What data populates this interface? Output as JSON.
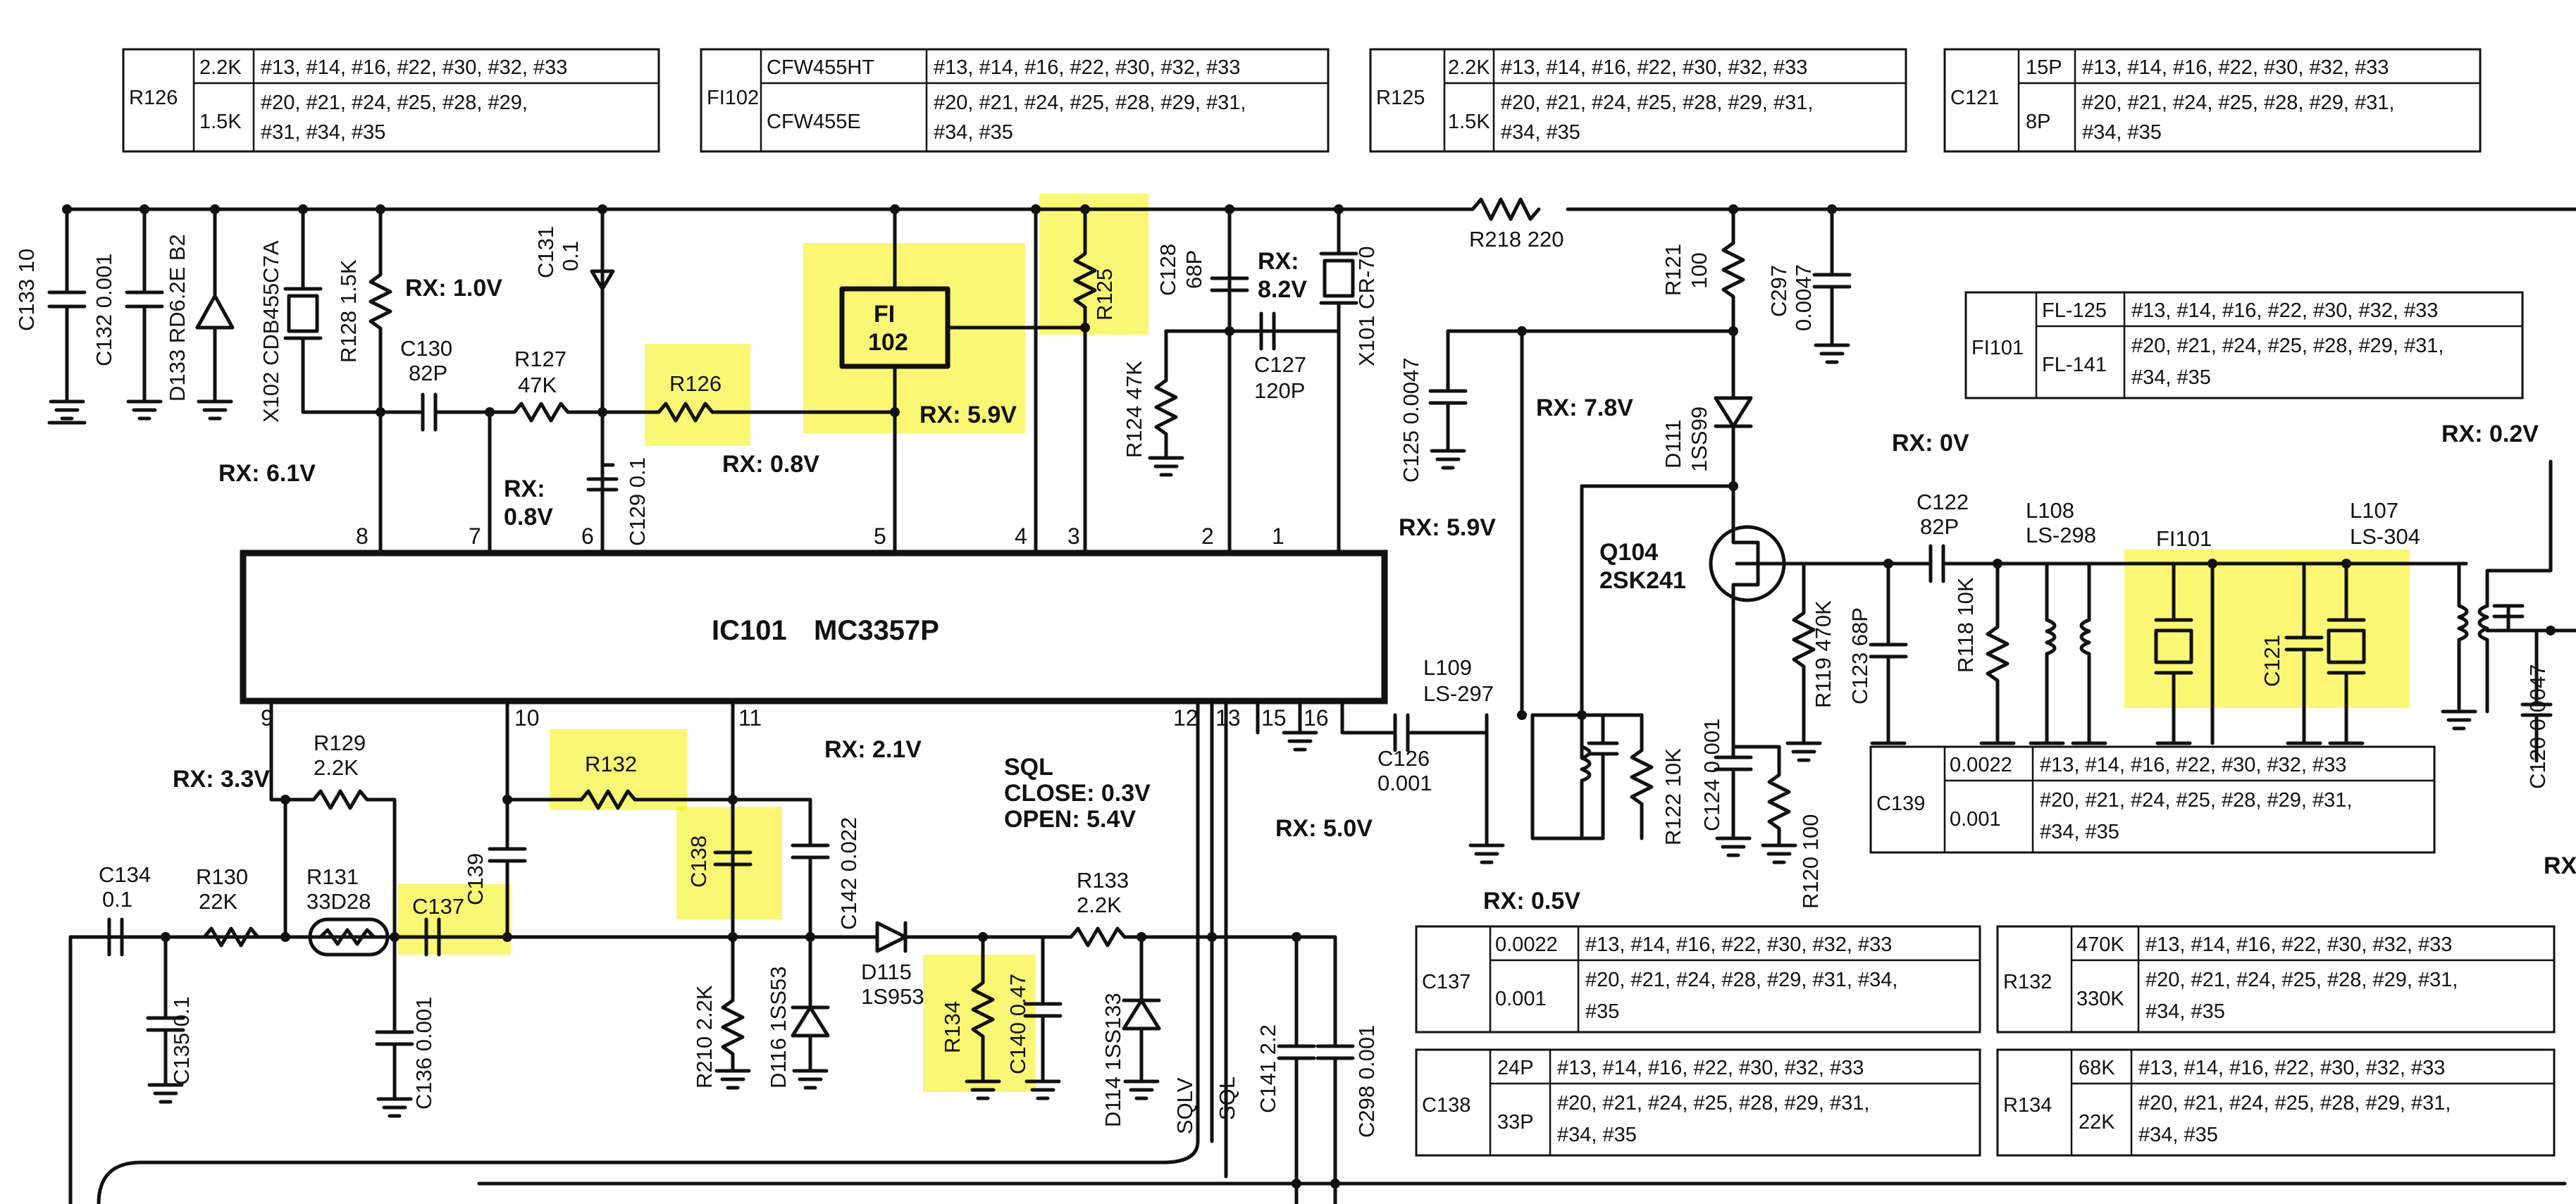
{
  "ic": {
    "ref": "IC101",
    "part": "MC3357P"
  },
  "pins": {
    "p1": "1",
    "p2": "2",
    "p3": "3",
    "p4": "4",
    "p5": "5",
    "p6": "6",
    "p7": "7",
    "p8": "8",
    "p9": "9",
    "p10": "10",
    "p11": "11",
    "p12": "12",
    "p13": "13",
    "p15": "15",
    "p16": "16"
  },
  "voltages": {
    "v61": "RX: 6.1V",
    "v10": "RX: 1.0V",
    "v08a": "RX:",
    "v08b": "0.8V",
    "v08c": "RX: 0.8V",
    "v59a": "RX: 5.9V",
    "v82a": "RX:",
    "v82b": "8.2V",
    "v78": "RX: 7.8V",
    "v59b": "RX: 5.9V",
    "v0": "RX: 0V",
    "v02": "RX: 0.2V",
    "v33": "RX: 3.3V",
    "v21": "RX: 2.1V",
    "sql1": "SQL",
    "sql2": "CLOSE: 0.3V",
    "sql3": "OPEN: 5.4V",
    "v50": "RX: 5.0V",
    "v05": "RX: 0.5V",
    "vrx": "RX"
  },
  "components": {
    "c133": "C133 10",
    "c132": "C132 0.001",
    "d133": "D133 RD6.2E B2",
    "x102": "X102 CDB455C7A",
    "r128": "R128 1.5K",
    "c130a": "C130",
    "c130b": "82P",
    "r127a": "R127",
    "r127b": "47K",
    "c131a": "C131",
    "c131b": "0.1",
    "r126": "R126",
    "c129": "C129 0.1",
    "fi102a": "FI",
    "fi102b": "102",
    "r125": "R125",
    "c128a": "C128",
    "c128b": "68P",
    "r124": "R124 47K",
    "c127a": "C127",
    "c127b": "120P",
    "x101": "X101 CR-70",
    "c125": "C125 0.0047",
    "r218": "R218 220",
    "r121a": "R121",
    "r121b": "100",
    "c297a": "C297",
    "c297b": "0.0047",
    "d111a": "D111",
    "d111b": "1SS99",
    "q104a": "Q104",
    "q104b": "2SK241",
    "c122a": "C122",
    "c122b": "82P",
    "r119": "R119 470K",
    "c123": "C123 68P",
    "r118": "R118 10K",
    "l108a": "L108",
    "l108b": "LS-298",
    "fi101": "FI101",
    "l107a": "L107",
    "l107b": "LS-304",
    "c121": "C121",
    "c120": "C120 0.0047",
    "l109a": "L109",
    "l109b": "LS-297",
    "c126a": "C126",
    "c126b": "0.001",
    "r122": "R122 10K",
    "c124": "C124 0.001",
    "r120": "R120 100",
    "r129a": "R129",
    "r129b": "2.2K",
    "c134a": "C134",
    "c134b": "0.1",
    "r130a": "R130",
    "r130b": "22K",
    "r131a": "R131",
    "r131b": "33D28",
    "c137": "C137",
    "c139": "C139",
    "r132": "R132",
    "c138": "C138",
    "c142": "C142 0.022",
    "c135": "C135 0.1",
    "c136": "C136 0.001",
    "r210": "R210 2.2K",
    "d116": "D116 1SS53",
    "d115a": "D115",
    "d115b": "1S953",
    "r134": "R134",
    "c140": "C140 0.47",
    "r133a": "R133",
    "r133b": "2.2K",
    "d114": "D114 1SS133",
    "sqlv": "SQLV",
    "sql": "SQL",
    "c141": "C141 2.2",
    "c298": "C298 0.001"
  },
  "tables": {
    "t_r126": {
      "ref": "R126",
      "rows": [
        {
          "val": "2.2K",
          "models": "#13, #14, #16, #22, #30, #32, #33"
        },
        {
          "val": "1.5K",
          "models": "#20, #21, #24, #25, #28, #29,",
          "models2": "#31, #34, #35"
        }
      ]
    },
    "t_fi102": {
      "ref": "FI102",
      "rows": [
        {
          "val": "CFW455HT",
          "models": "#13, #14, #16, #22, #30, #32, #33"
        },
        {
          "val": "CFW455E",
          "models": "#20, #21, #24, #25, #28, #29, #31,",
          "models2": "#34, #35"
        }
      ]
    },
    "t_r125": {
      "ref": "R125",
      "rows": [
        {
          "val": "2.2K",
          "models": "#13, #14, #16, #22, #30, #32, #33"
        },
        {
          "val": "1.5K",
          "models": "#20, #21, #24, #25, #28, #29, #31,",
          "models2": "#34, #35"
        }
      ]
    },
    "t_c121": {
      "ref": "C121",
      "rows": [
        {
          "val": "15P",
          "models": "#13, #14, #16, #22, #30, #32, #33"
        },
        {
          "val": "8P",
          "models": "#20, #21, #24, #25, #28, #29, #31,",
          "models2": "#34, #35"
        }
      ]
    },
    "t_fi101": {
      "ref": "FI101",
      "rows": [
        {
          "val": "FL-125",
          "models": "#13, #14, #16, #22, #30, #32, #33"
        },
        {
          "val": "FL-141",
          "models": "#20, #21, #24, #25, #28, #29, #31,",
          "models2": "#34, #35"
        }
      ]
    },
    "t_c139": {
      "ref": "C139",
      "rows": [
        {
          "val": "0.0022",
          "models": "#13, #14, #16, #22, #30, #32, #33"
        },
        {
          "val": "0.001",
          "models": "#20, #21, #24, #25, #28, #29, #31,",
          "models2": "#34, #35"
        }
      ]
    },
    "t_c137": {
      "ref": "C137",
      "rows": [
        {
          "val": "0.0022",
          "models": "#13, #14, #16, #22, #30, #32, #33"
        },
        {
          "val": "0.001",
          "models": "#20, #21, #24, #28, #29, #31, #34,",
          "models2": "#35"
        }
      ]
    },
    "t_r132": {
      "ref": "R132",
      "rows": [
        {
          "val": "470K",
          "models": "#13, #14, #16, #22, #30, #32, #33"
        },
        {
          "val": "330K",
          "models": "#20, #21, #24, #25, #28, #29, #31,",
          "models2": "#34, #35"
        }
      ]
    },
    "t_c138": {
      "ref": "C138",
      "rows": [
        {
          "val": "24P",
          "models": "#13, #14, #16, #22, #30, #32, #33"
        },
        {
          "val": "33P",
          "models": "#20, #21, #24, #25, #28, #29, #31,",
          "models2": "#34, #35"
        }
      ]
    },
    "t_r134": {
      "ref": "R134",
      "rows": [
        {
          "val": "68K",
          "models": "#13, #14, #16, #22, #30, #32, #33"
        },
        {
          "val": "22K",
          "models": "#20, #21, #24, #25, #28, #29, #31,",
          "models2": "#34, #35"
        }
      ]
    }
  },
  "highlight_color": "#f4f000"
}
